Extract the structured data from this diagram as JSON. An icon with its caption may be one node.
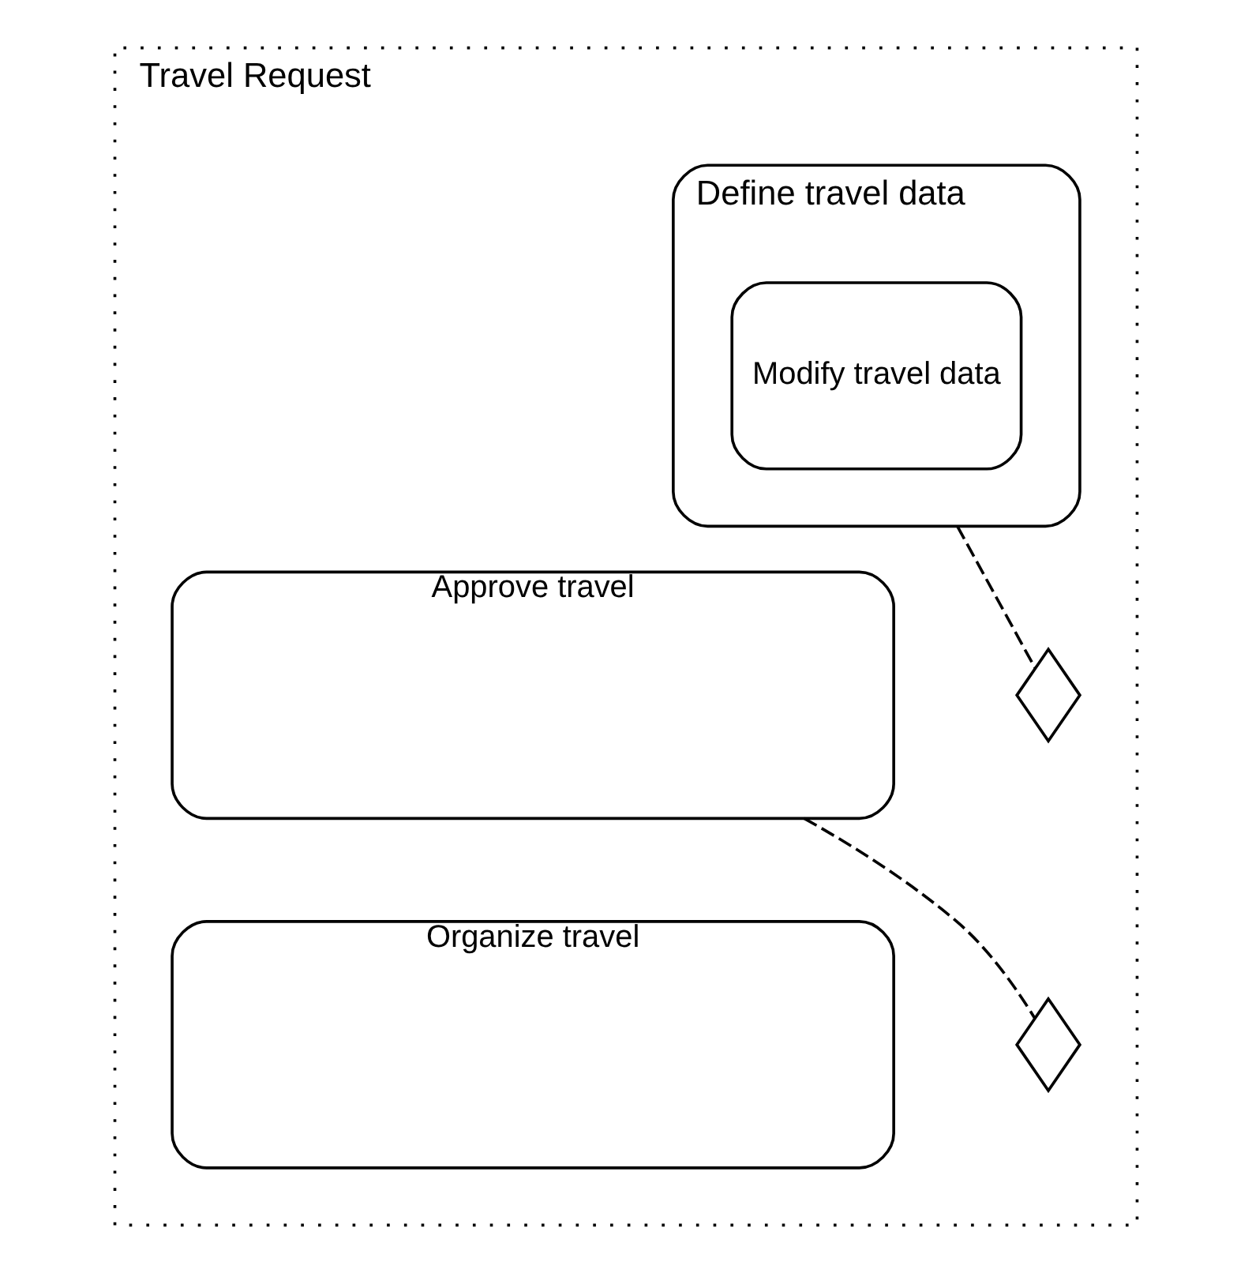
{
  "diagram": {
    "nodes": [
      {
        "text": [
          "Travel Request"
        ]
      },
      {
        "text": [
          "Define travel data"
        ],
        "in": 0
      },
      {
        "text": [
          "Modify travel data"
        ],
        "in": 1
      },
      {
        "text": [
          "Approve travel"
        ],
        "in": 0
      },
      {
        "text": [],
        "shape": "diamond",
        "in": 0
      },
      {
        "text": [
          "Organize travel"
        ],
        "in": 0
      },
      {
        "text": [],
        "shape": "diamond",
        "in": 0
      }
    ],
    "edges": [
      {
        "from": 1,
        "to": 4,
        "arrow": "none",
        "style": "dashed"
      },
      {
        "from": 3,
        "to": 6,
        "arrow": "none",
        "style": "dashed"
      }
    ]
  }
}
